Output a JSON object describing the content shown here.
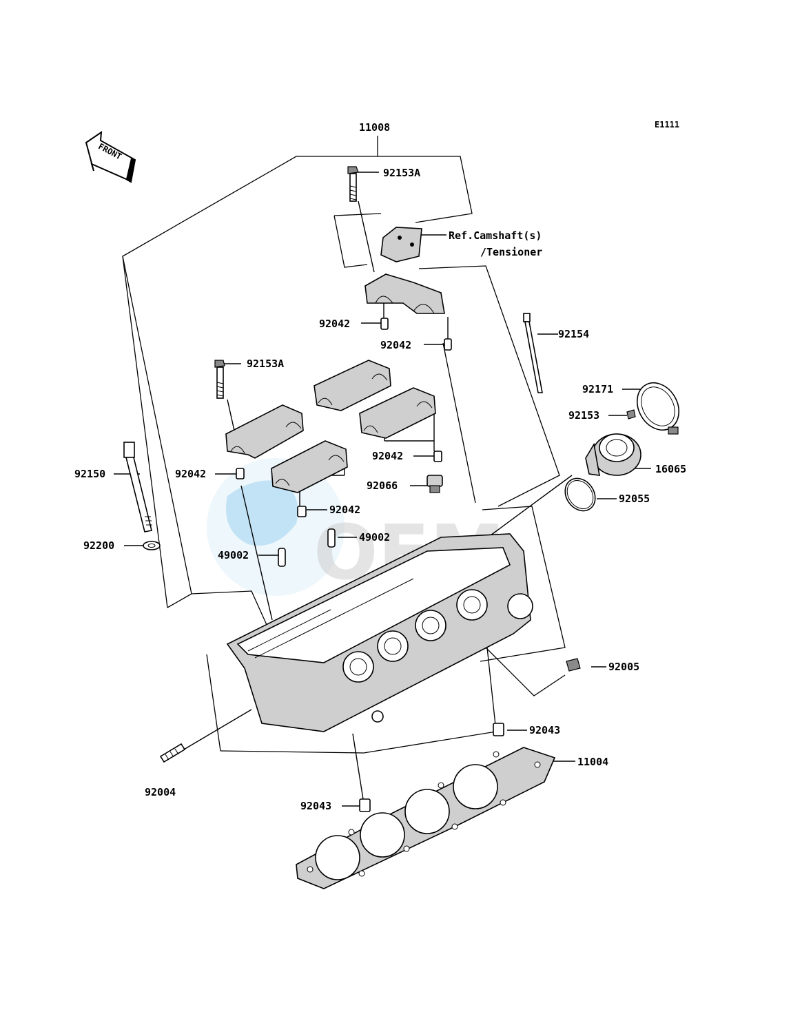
{
  "diagram": {
    "code": "E1111",
    "front_label": "FRONT",
    "reference_label_line1": "Ref.Camshaft(s)",
    "reference_label_line2": "/Tensioner",
    "watermark_text": "OEM"
  },
  "labels": {
    "l11008": "11008",
    "l92153A_top": "92153A",
    "l92042_cap1": "92042",
    "l92042_cap2": "92042",
    "l92154": "92154",
    "l92153A_left": "92153A",
    "l92171": "92171",
    "l92153": "92153",
    "l92150": "92150",
    "l92042_left": "92042",
    "l92042_mid": "92042",
    "l92042_low": "92042",
    "l92066": "92066",
    "l16065": "16065",
    "l92055": "92055",
    "l92200": "92200",
    "l49002_right": "49002",
    "l49002_left": "49002",
    "l92005": "92005",
    "l92043_right": "92043",
    "l11004": "11004",
    "l92004": "92004",
    "l92043_left": "92043"
  }
}
